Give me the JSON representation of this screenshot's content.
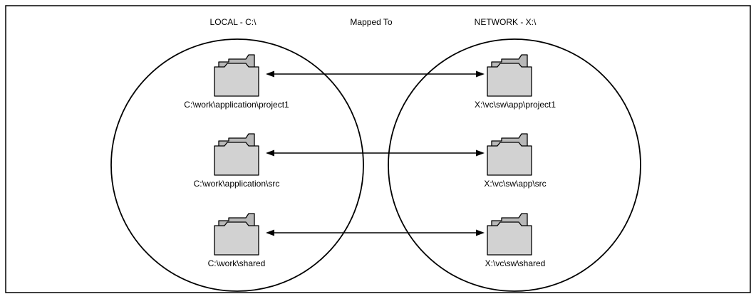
{
  "headers": {
    "local": "LOCAL - C:\\",
    "mapped": "Mapped To",
    "network": "NETWORK - X:\\"
  },
  "mappings": [
    {
      "local": "C:\\work\\application\\project1",
      "network": "X:\\vc\\sw\\app\\project1"
    },
    {
      "local": "C:\\work\\application\\src",
      "network": "X:\\vc\\sw\\app\\src"
    },
    {
      "local": "C:\\work\\shared",
      "network": "X:\\vc\\sw\\shared"
    }
  ],
  "icons": {
    "folder": "folder-icon",
    "arrow": "double-arrow-icon"
  },
  "colors": {
    "folder_back": "#b8b8b8",
    "folder_front": "#d2d2d2",
    "stroke": "#000000"
  }
}
